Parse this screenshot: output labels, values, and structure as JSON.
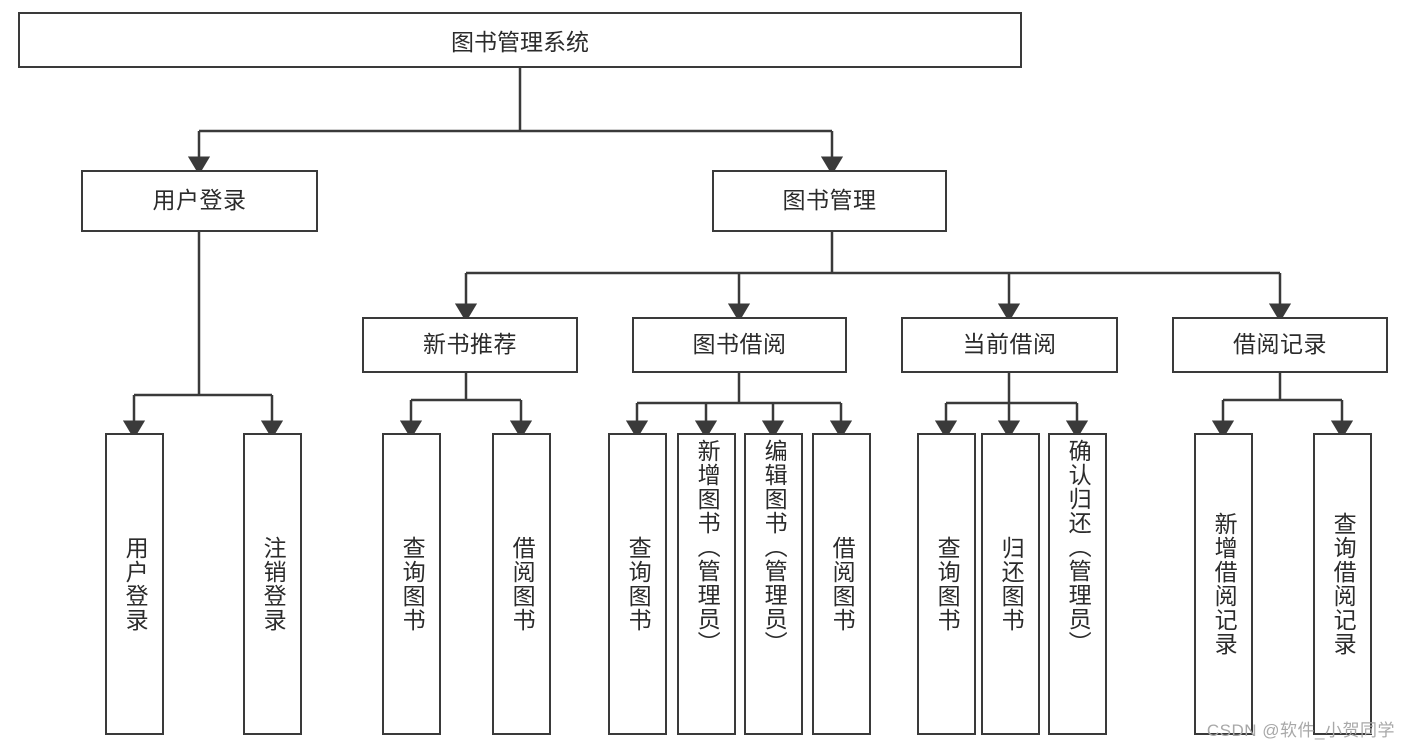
{
  "diagram": {
    "title": "图书管理系统",
    "type": "tree-structure-chart",
    "root": {
      "label": "图书管理系统"
    },
    "level2": [
      {
        "label": "用户登录"
      },
      {
        "label": "图书管理"
      }
    ],
    "level3": [
      {
        "label": "新书推荐"
      },
      {
        "label": "图书借阅"
      },
      {
        "label": "当前借阅"
      },
      {
        "label": "借阅记录"
      }
    ],
    "leaves": {
      "user_login": [
        {
          "label": "用户登录"
        },
        {
          "label": "注销登录"
        }
      ],
      "new_book_recommend": [
        {
          "label": "查询图书"
        },
        {
          "label": "借阅图书"
        }
      ],
      "book_borrow": [
        {
          "label": "查询图书"
        },
        {
          "label": "新增图书（管理员）"
        },
        {
          "label": "编辑图书（管理员）"
        },
        {
          "label": "借阅图书"
        }
      ],
      "current_borrow": [
        {
          "label": "查询图书"
        },
        {
          "label": "归还图书"
        },
        {
          "label": "确认归还（管理员）"
        }
      ],
      "borrow_record": [
        {
          "label": "新增借阅记录"
        },
        {
          "label": "查询借阅记录"
        }
      ]
    }
  },
  "watermark": {
    "text": "CSDN @软件_小贺同学"
  },
  "colors": {
    "stroke": "#3a3a3a",
    "text": "#2b2b2b",
    "background": "#ffffff",
    "watermark": "#a8a8a8"
  }
}
